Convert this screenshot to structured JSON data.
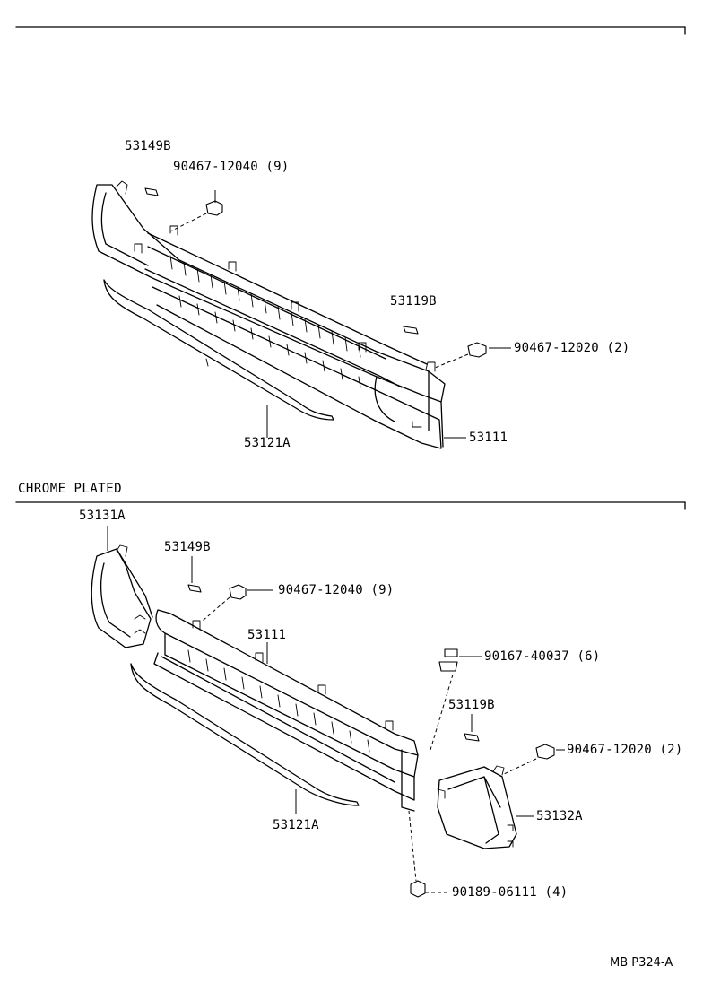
{
  "section_bottom": {
    "title": "CHROME PLATED"
  },
  "top": {
    "labels": {
      "p53149b": "53149B",
      "p90467_12040": "90467-12040 (9)",
      "p53119b": "53119B",
      "p90467_12020": "90467-12020 (2)",
      "p53111": "53111",
      "p53121a": "53121A"
    }
  },
  "bottom": {
    "labels": {
      "p53131a": "53131A",
      "p53149b": "53149B",
      "p90467_12040": "90467-12040 (9)",
      "p53111": "53111",
      "p90167_40037": "90167-40037 (6)",
      "p53119b": "53119B",
      "p90467_12020": "90467-12020 (2)",
      "p53132a": "53132A",
      "p53121a": "53121A",
      "p90189_06111": "90189-06111 (4)"
    }
  },
  "footer": {
    "code": "MB P324-A"
  }
}
